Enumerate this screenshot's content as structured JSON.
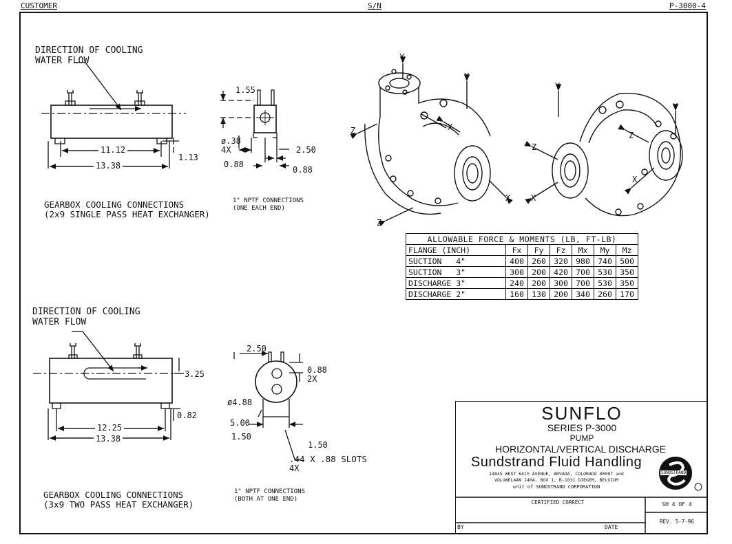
{
  "header": {
    "customer_label": "CUSTOMER",
    "sn_label": "S/N",
    "drawing_number": "P-3000-4"
  },
  "gearbox_9": {
    "flow_label_line1": "DIRECTION OF COOLING",
    "flow_label_line2": "WATER FLOW",
    "dim_inner_length": "11.12",
    "dim_outer_length": "13.38",
    "dim_foot": "1.13",
    "dim_top": "1.55",
    "dim_hole": "ø.38",
    "dim_hole_qty": "4X",
    "dim_right": "2.50",
    "dim_left_low": "0.88",
    "dim_right_low": "0.88",
    "caption_line1": "GEARBOX COOLING CONNECTIONS",
    "caption_line2": "(2x9 SINGLE PASS HEAT EXCHANGER)",
    "nptf_line1": "1\" NPTF CONNECTIONS",
    "nptf_line2": "(ONE EACH END)"
  },
  "gearbox_3x9": {
    "flow_label_line1": "DIRECTION OF COOLING",
    "flow_label_line2": "WATER FLOW",
    "dim_height": "3.25",
    "dim_inner_length": "12.25",
    "dim_outer_length": "13.38",
    "dim_foot": "0.82",
    "dim_top": "2.50",
    "dim_port": "0.88",
    "dim_port_qty": "2X",
    "dim_dia": "ø4.88",
    "dim_base": "5.00",
    "dim_left": "1.50",
    "dim_right": "1.50",
    "slots_line1": ".44 X .88 SLOTS",
    "slots_line2": "4X",
    "caption_line1": "GEARBOX COOLING CONNECTIONS",
    "caption_line2": "(3x9 TWO PASS HEAT EXCHANGER)",
    "nptf_line1": "1\" NPTF CONNECTIONS",
    "nptf_line2": "(BOTH AT ONE END)"
  },
  "axes": {
    "y": "Y",
    "x": "X",
    "z": "Z"
  },
  "force_table": {
    "title": "ALLOWABLE FORCE & MOMENTS (LB, FT-LB)",
    "headers": [
      "FLANGE (INCH)",
      "Fx",
      "Fy",
      "Fz",
      "Mx",
      "My",
      "Mz"
    ],
    "rows": [
      [
        "SUCTION   4\"",
        "400",
        "260",
        "320",
        "980",
        "740",
        "500"
      ],
      [
        "SUCTION   3\"",
        "300",
        "200",
        "420",
        "700",
        "530",
        "350"
      ],
      [
        "DISCHARGE 3\"",
        "240",
        "200",
        "300",
        "700",
        "530",
        "350"
      ],
      [
        "DISCHARGE 2\"",
        "160",
        "130",
        "200",
        "340",
        "260",
        "170"
      ]
    ]
  },
  "title_block": {
    "brand": "SUNFLO",
    "series": "SERIES P-3000",
    "product": "PUMP",
    "config": "HORIZONTAL/VERTICAL DISCHARGE",
    "company": "Sundstrand Fluid Handling",
    "address_line1": "14845 WEST 64th AVENUE, ARVADA, COLORADO 80007 and",
    "address_line2": "VOLUWELAAN 140A, BOX 1, B-1831 DIEGEM, BELGIUM",
    "address_line3": "unit of SUNDSTRAND CORPORATION",
    "logo_text": "SUNDSTRAND",
    "certified": "CERTIFIED CORRECT",
    "by_label": "BY",
    "date_label": "DATE",
    "sheet": "SH 4 OF 4",
    "revision": "REV. 5-7-96"
  }
}
